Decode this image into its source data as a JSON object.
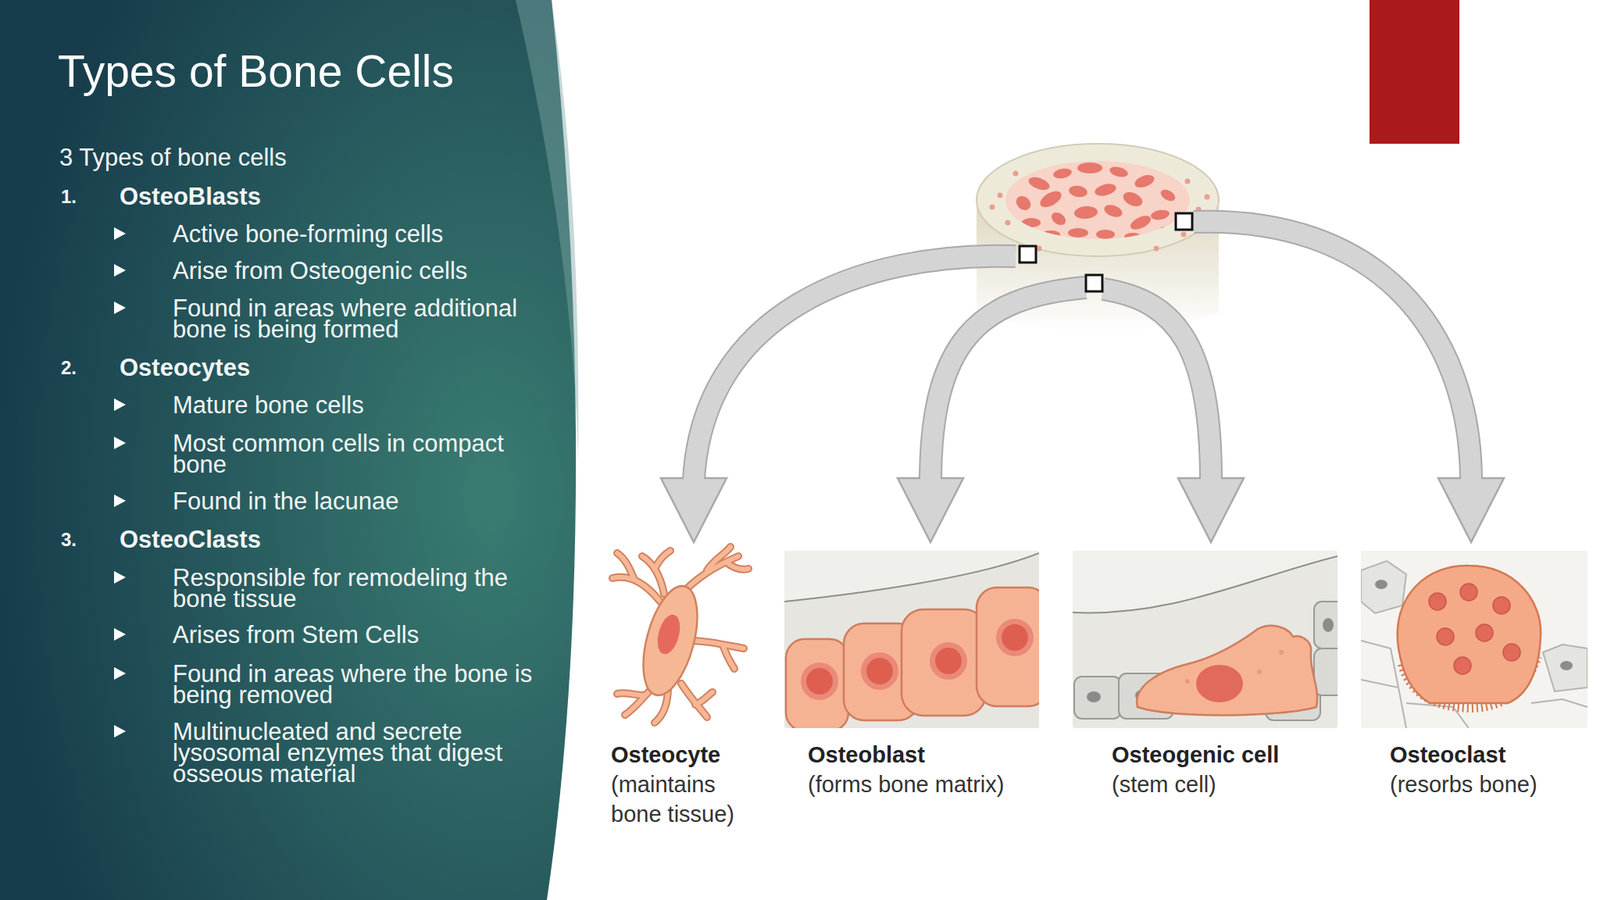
{
  "diagram": {
    "title": "Types of Bone Cells",
    "nodes": [
      {
        "text": [
          "Osteocyte",
          "(maintains bone tissue)"
        ]
      },
      {
        "text": [
          "Osteoblast",
          "(forms bone matrix)"
        ]
      },
      {
        "text": [
          "Osteogenic cell",
          "(stem cell)"
        ]
      },
      {
        "text": [
          "Osteoclast",
          "(resorbs bone)"
        ]
      }
    ],
    "labels": [
      "3 Types of bone cells",
      "1.",
      "OsteoBlasts",
      "Active bone-forming cells",
      "Arise from Osteogenic cells",
      "Found in areas where additional bone is being formed",
      "2.",
      "Osteocytes",
      "Mature bone cells",
      "Most common cells in compact bone",
      "Found in the lacunae",
      "3.",
      "OsteoClasts",
      "Responsible for remodeling the bone tissue",
      "Arises from Stem Cells",
      "Found in areas where the bone is being removed",
      "Multinucleated and secrete lysosomal enzymes that digest osseous material"
    ]
  }
}
